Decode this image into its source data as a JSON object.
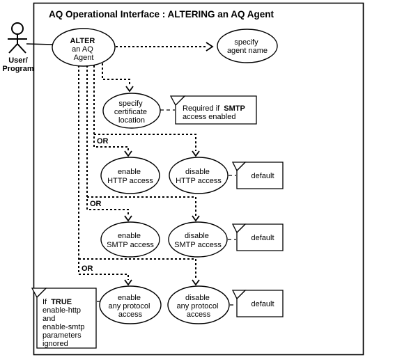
{
  "title": "AQ Operational Interface : ALTERING an AQ Agent",
  "actor": {
    "label_line1": "User/",
    "label_line2": "Program"
  },
  "usecases": {
    "alter": {
      "line1": "ALTER",
      "line2": "an AQ",
      "line3": "Agent"
    },
    "specify_agent_name": {
      "line1": "specify",
      "line2": "agent name"
    },
    "specify_certificate_location": {
      "line1": "specify",
      "line2": "certificate",
      "line3": "location"
    },
    "enable_http": {
      "line1": "enable",
      "line2": "HTTP access"
    },
    "disable_http": {
      "line1": "disable",
      "line2": "HTTP access"
    },
    "enable_smtp": {
      "line1": "enable",
      "line2": "SMTP access"
    },
    "disable_smtp": {
      "line1": "disable",
      "line2": "SMTP access"
    },
    "enable_any": {
      "line1": "enable",
      "line2": "any protocol",
      "line3": "access"
    },
    "disable_any": {
      "line1": "disable",
      "line2": "any protocol",
      "line3": "access"
    }
  },
  "or_labels": {
    "http": "OR",
    "smtp": "OR",
    "any": "OR"
  },
  "notes": {
    "certificate": {
      "line1_prefix": "Required if",
      "line1_bold": "SMTP",
      "line2": "access enabled"
    },
    "default_http": "default",
    "default_smtp": "default",
    "default_any": "default",
    "if_true": {
      "line1_prefix": "If",
      "line1_bold": "TRUE",
      "line2": "enable-http",
      "line3": "and",
      "line4": "enable-smtp",
      "line5": "parameters",
      "line6": "ignored"
    }
  },
  "colors": {
    "ink": "#000000",
    "background": "#ffffff"
  }
}
